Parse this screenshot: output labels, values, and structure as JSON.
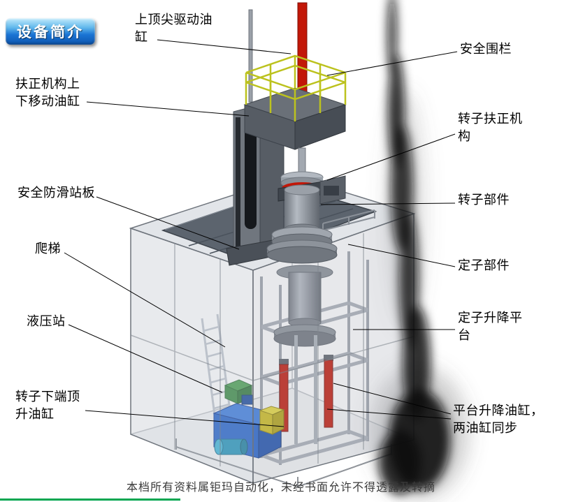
{
  "badge": {
    "text": "设备简介"
  },
  "watermark": {
    "text": "本档所有资料属钜玛自动化，未经书面允许不得透露及转摘"
  },
  "labels": [
    {
      "name": "top-center-drive-cylinder",
      "text": "上顶尖驱动油缸"
    },
    {
      "name": "safety-fence",
      "text": "安全围栏"
    },
    {
      "name": "centering-mechanism-lift-cylinder",
      "text": "扶正机构上下移动油缸"
    },
    {
      "name": "rotor-centering-mechanism",
      "text": "转子扶正机构"
    },
    {
      "name": "anti-slip-standing-board",
      "text": "安全防滑站板"
    },
    {
      "name": "rotor-component",
      "text": "转子部件"
    },
    {
      "name": "ladder",
      "text": "爬梯"
    },
    {
      "name": "stator-component",
      "text": "定子部件"
    },
    {
      "name": "hydraulic-station",
      "text": "液压站"
    },
    {
      "name": "stator-lift-platform",
      "text": "定子升降平台"
    },
    {
      "name": "rotor-bottom-jack-cylinder",
      "text": "转子下端顶升油缸"
    },
    {
      "name": "platform-lift-cylinders",
      "text": "平台升降油缸，两油缸同步"
    }
  ],
  "colors": {
    "cylinder_red": "#c21708",
    "railing_yellow": "#bcc21e",
    "hydraulic_blue": "#2563cc",
    "badge_blue": "#1b74d4",
    "platform_gray": "#5c646e",
    "footer_green": "#00a650"
  }
}
